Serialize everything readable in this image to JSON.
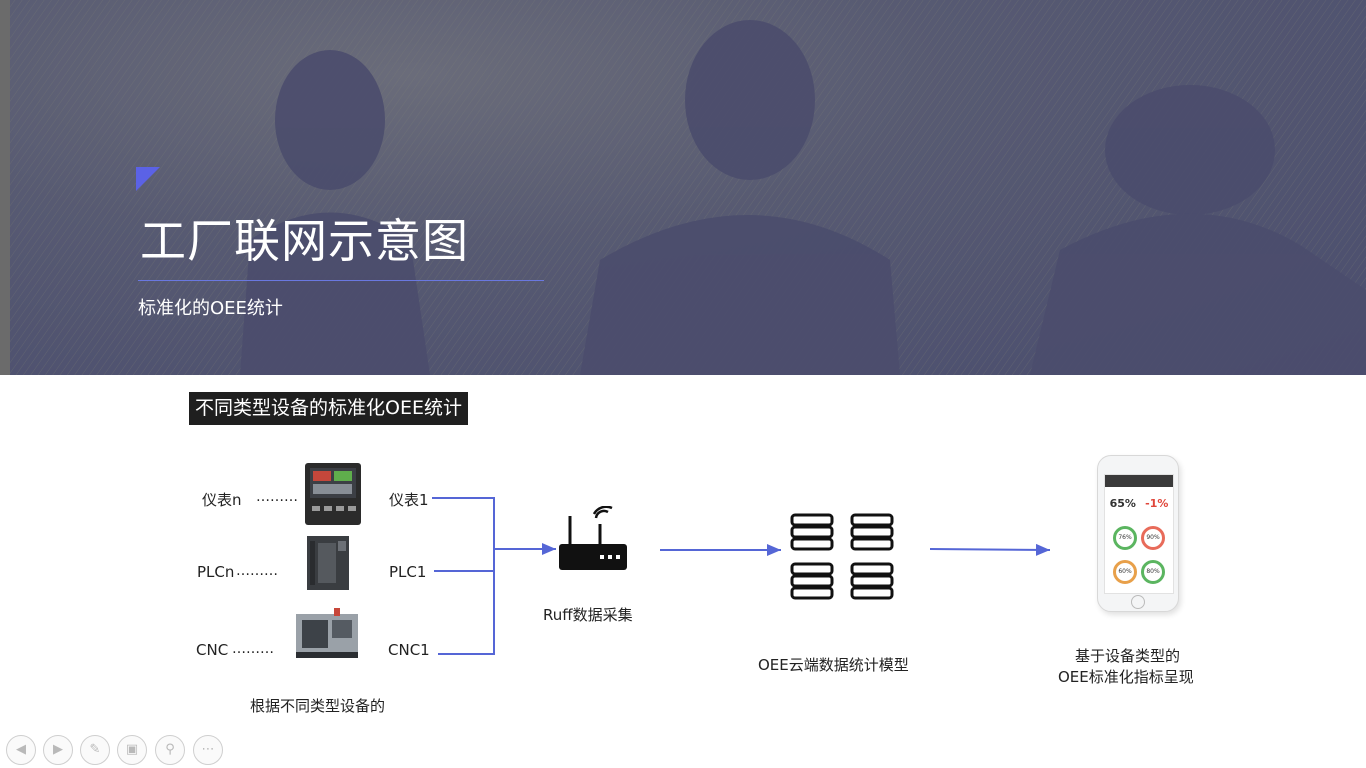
{
  "header": {
    "title": "工厂联网示意图",
    "subtitle": "标准化的OEE统计",
    "accent_color": "#5b62e6"
  },
  "diagram": {
    "section_label": "不同类型设备的标准化OEE统计",
    "devices_left": [
      {
        "label": "仪表n",
        "dots": "………"
      },
      {
        "label": "PLCn",
        "dots": "………"
      },
      {
        "label": "CNC",
        "dots": "………"
      }
    ],
    "devices_right": [
      {
        "label": "仪表1"
      },
      {
        "label": "PLC1"
      },
      {
        "label": "CNC1"
      }
    ],
    "devices_caption": "根据不同类型设备的",
    "collector_label": "Ruff数据采集",
    "cloud_label": "OEE云端数据统计模型",
    "output_label_line1": "基于设备类型的",
    "output_label_line2": "OEE标准化指标呈现",
    "phone": {
      "big_value_left": "65%",
      "big_value_right": "-1%",
      "gauges": [
        "76%",
        "90%",
        "60%",
        "80%"
      ]
    },
    "line_color": "#5566d6"
  },
  "nav_icons": [
    "prev-icon",
    "next-icon",
    "pen-icon",
    "slides-icon",
    "zoom-icon",
    "more-icon"
  ]
}
